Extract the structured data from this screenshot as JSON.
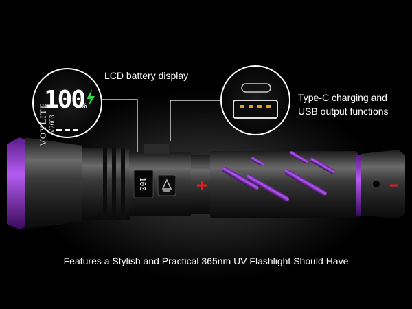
{
  "callouts": {
    "lcd_label": "LCD battery display",
    "typec_label": "Type-C charging and",
    "usb_label": "USB output functions"
  },
  "lcd": {
    "value": "100",
    "unit": "%"
  },
  "brand": {
    "name": "VOYLITE",
    "model": "V2603"
  },
  "caption": "Features a Stylish and Practical 365nm UV Flashlight Should Have",
  "colors": {
    "uv_purple": "#9b3dd6",
    "polarity_red": "#e31b1b",
    "charge_green": "#3ad24a"
  }
}
